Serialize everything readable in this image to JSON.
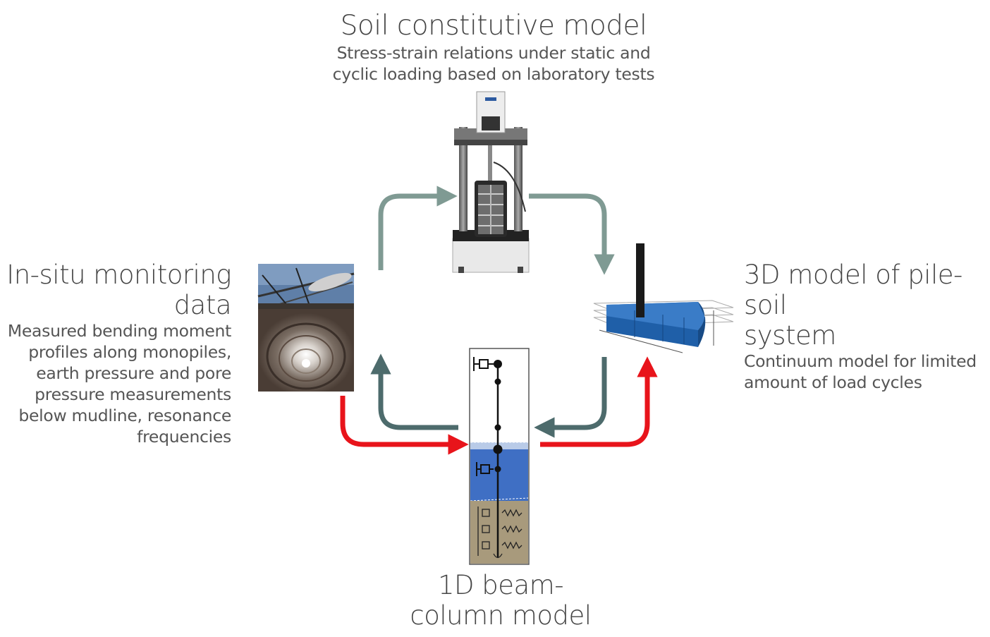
{
  "top": {
    "title": "Soil constitutive model",
    "desc_lines": [
      "Stress-strain relations under static and",
      "cyclic loading based on laboratory tests"
    ]
  },
  "left": {
    "title_lines": [
      "In-situ monitoring",
      "data"
    ],
    "desc_lines": [
      "Measured bending moment",
      "profiles along monopiles,",
      "earth pressure and pore",
      "pressure measurements",
      "below mudline, resonance",
      "frequencies"
    ]
  },
  "right": {
    "title_lines": [
      "3D model of pile-soil",
      "system"
    ],
    "desc_lines": [
      "Continuum model for limited",
      "amount of load cycles"
    ]
  },
  "bottom": {
    "title_lines": [
      "1D beam-",
      "column model"
    ]
  },
  "colors": {
    "teal_arrow": "#7f9a93",
    "dark_teal_arrow": "#4d6b6c",
    "red_arrow": "#e8141b",
    "water": "#3f6fc4",
    "soil": "#a89a7c",
    "pile_blue": "#1f5fa8"
  }
}
